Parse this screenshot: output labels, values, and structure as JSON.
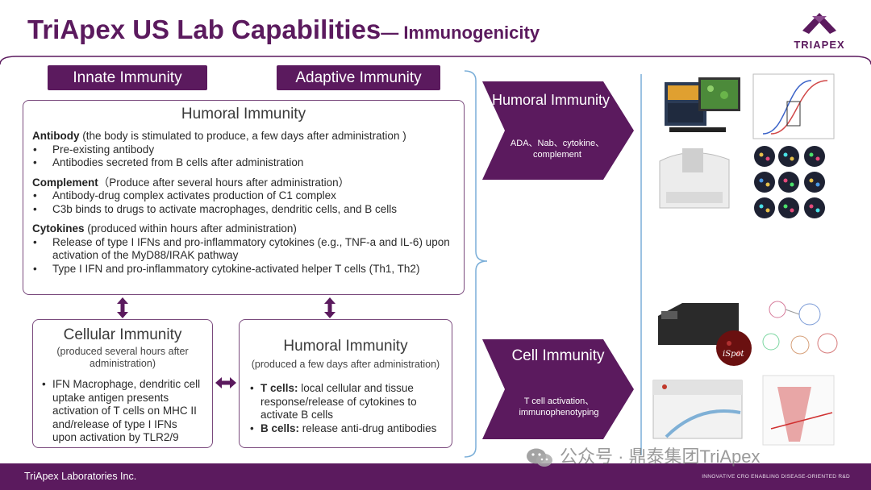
{
  "header": {
    "title": "TriApex US Lab Capabilities",
    "subtitle": "— Immunogenicity"
  },
  "logo": {
    "text": "TRIAPEX"
  },
  "pills": {
    "innate": "Innate Immunity",
    "adaptive": "Adaptive Immunity"
  },
  "humoral_main": {
    "title": "Humoral Immunity",
    "antibody": {
      "head": "Antibody",
      "desc": " (the body is stimulated to produce, a few days after administration )",
      "items": [
        "Pre-existing antibody",
        "Antibodies secreted from B cells after administration"
      ]
    },
    "complement": {
      "head": "Complement",
      "desc": "（Produce after several hours after administration）",
      "items": [
        "Antibody-drug complex activates production of C1 complex",
        "C3b binds to drugs to activate macrophages, dendritic cells, and B cells"
      ]
    },
    "cytokines": {
      "head": "Cytokines",
      "desc": " (produced within hours after administration)",
      "items": [
        "Release of type I IFNs and pro-inflammatory cytokines (e.g., TNF-a and IL-6) upon activation of the MyD88/IRAK pathway",
        "Type I IFN and pro-inflammatory cytokine-activated helper T cells (Th1, Th2)"
      ]
    }
  },
  "cellular": {
    "title": "Cellular Immunity",
    "subtitle": "(produced several hours after administration)",
    "items": [
      "IFN Macrophage, dendritic cell uptake antigen presents activation of T cells on MHC II and/release of type I IFNs upon activation by TLR2/9"
    ]
  },
  "humoral_small": {
    "title": "Humoral Immunity",
    "subtitle": "(produced a few days after administration)",
    "tcells_head": "T cells:",
    "tcells_text": " local cellular and tissue response/release of cytokines to activate B cells",
    "bcells_head": "B cells:",
    "bcells_text": " release anti-drug antibodies"
  },
  "chevrons": {
    "humoral": {
      "title": "Humoral Immunity",
      "desc": "ADA、Nab、cytokine、complement"
    },
    "cell": {
      "title": "Cell Immunity",
      "desc": "T cell activation、immunophenotyping"
    }
  },
  "images": {
    "ispot_label": "iSpot"
  },
  "footer": {
    "company": "TriApex Laboratories Inc.",
    "tagline": "INNOVATIVE CRO ENABLING DISEASE-ORIENTED R&D"
  },
  "watermark": {
    "text": "公众号 · 鼎泰集团TriApex"
  },
  "colors": {
    "brand": "#5b1a5e",
    "frame": "#7a4a7d",
    "bracket": "#7aaed8"
  }
}
